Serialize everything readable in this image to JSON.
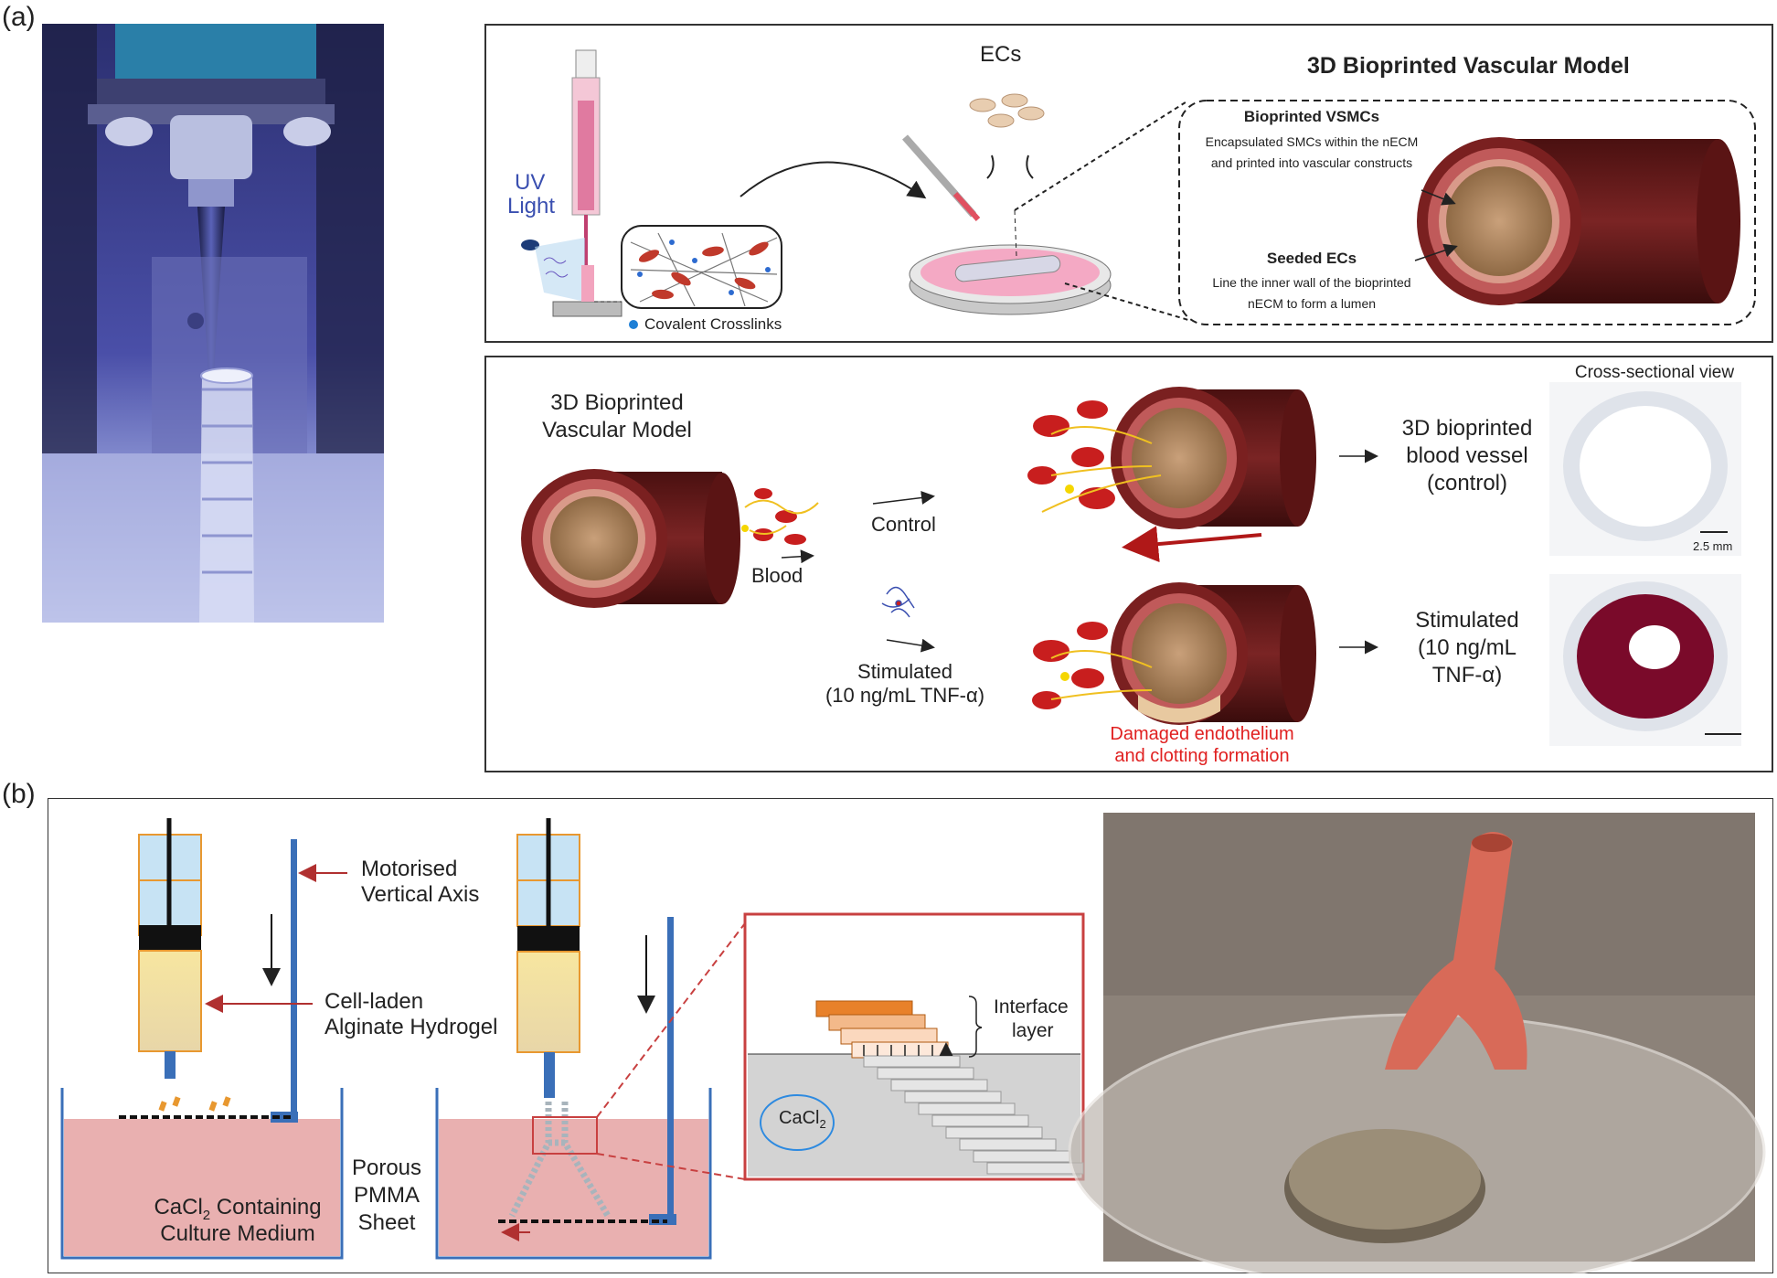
{
  "panel_a": {
    "label": "(a)",
    "top_box": {
      "title": "3D Bioprinted Vascular Model",
      "ecs": "ECs",
      "uv_line1": "UV",
      "uv_line2": "Light",
      "crosslinks": "Covalent Crosslinks",
      "vsmc_title": "Bioprinted VSMCs",
      "vsmc_line1": "Encapsulated SMCs within the nECM",
      "vsmc_line2": "and printed into vascular constructs",
      "ec_title": "Seeded ECs",
      "ec_line1": "Line the inner wall of the bioprinted",
      "ec_line2": "nECM to form a lumen"
    },
    "bottom_box": {
      "model_line1": "3D Bioprinted",
      "model_line2": "Vascular Model",
      "control": "Control",
      "blood": "Blood",
      "stim_line1": "Stimulated",
      "stim_line2": "(10 ng/mL TNF-α)",
      "cross_section": "Cross-sectional view",
      "result1_line1": "3D bioprinted",
      "result1_line2": "blood vessel",
      "result1_line3": "(control)",
      "result2_line1": "Stimulated",
      "result2_line2": "(10 ng/mL",
      "result2_line3": "TNF-α)",
      "scale": "2.5 mm",
      "damage_line1": "Damaged endothelium",
      "damage_line2": "and clotting formation"
    }
  },
  "panel_b": {
    "label": "(b)",
    "motor_line1": "Motorised",
    "motor_line2": "Vertical Axis",
    "cell_line1": "Cell-laden",
    "cell_line2": "Alginate Hydrogel",
    "medium_line1a": "CaCl",
    "medium_line1sub": "2",
    "medium_line1b": " Containing",
    "medium_line2": "Culture Medium",
    "porous_line1": "Porous",
    "porous_line2": "PMMA",
    "porous_line3": "Sheet",
    "interface_line1": "Interface",
    "interface_line2": "layer",
    "cacl_main": "CaCl",
    "cacl_sub": "2"
  },
  "colors": {
    "photo_blue": "#3a3f8c",
    "vessel": "#6b1a1a",
    "medium": "#e9b0b0",
    "accent_red": "#e02020",
    "syringe_gel": "#f3d98a",
    "photo_b_bg": "#9a8f86"
  }
}
